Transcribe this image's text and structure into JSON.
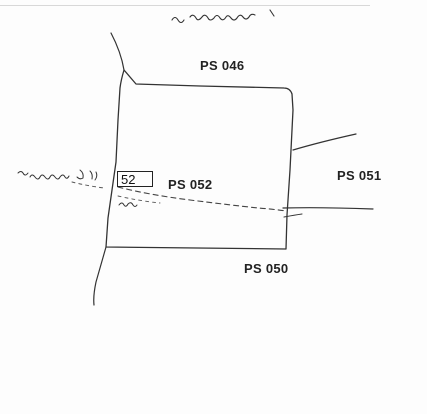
{
  "map": {
    "zones": [
      {
        "id": "ps046",
        "label": "PS 046"
      },
      {
        "id": "ps052",
        "label": "PS 052"
      },
      {
        "id": "ps051",
        "label": "PS 051"
      },
      {
        "id": "ps050",
        "label": "PS 050"
      }
    ],
    "parcel": {
      "number": "52"
    },
    "colors": {
      "ink": "#222222",
      "paper": "#fdfdfd"
    }
  }
}
